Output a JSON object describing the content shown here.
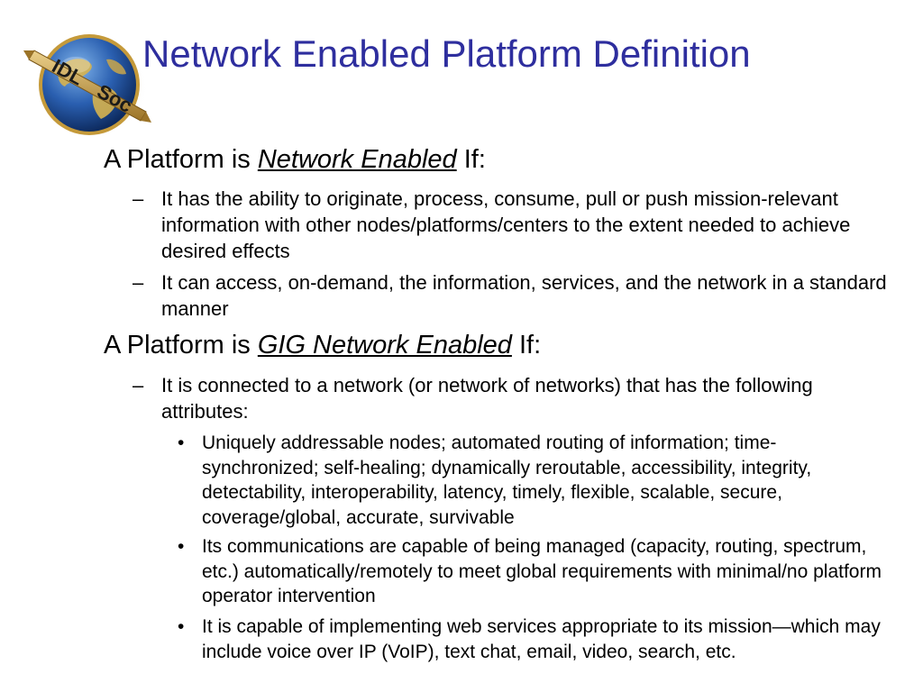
{
  "title": "Network Enabled Platform Definition",
  "logo": {
    "text_a": "IDL",
    "text_b": "Soc"
  },
  "sections": [
    {
      "prefix": "A Platform is ",
      "emphasis": "Network Enabled",
      "suffix": " If:",
      "items": [
        "It has the ability to originate, process, consume, pull or push mission-relevant information with other nodes/platforms/centers to the extent needed to achieve desired effects",
        "It can access, on-demand, the information, services, and the network in a standard manner"
      ]
    },
    {
      "prefix": "A Platform is ",
      "emphasis": "GIG Network Enabled",
      "suffix": " If:",
      "items": [
        "It is connected to a network (or network of networks) that has the following attributes:"
      ],
      "subitems": [
        "Uniquely addressable nodes; automated routing of information; time-synchronized; self-healing; dynamically reroutable, accessibility, integrity, detectability, interoperability, latency, timely, flexible, scalable, secure, coverage/global, accurate, survivable",
        "Its communications are capable of being managed (capacity, routing, spectrum, etc.) automatically/remotely to meet global requirements with minimal/no platform operator intervention",
        "It is capable of implementing web services appropriate to its mission—which may include voice over IP (VoIP), text chat, email, video, search, etc."
      ]
    }
  ],
  "markers": {
    "dash": "–",
    "bullet": "•"
  },
  "colors": {
    "title": "#2e2e9e",
    "globe_ocean": "#1f4f9a",
    "globe_land": "#c9a64a",
    "banner": "#c8a04a"
  }
}
